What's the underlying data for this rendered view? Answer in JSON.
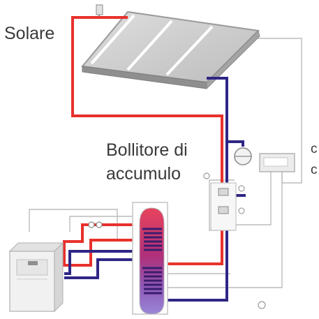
{
  "labels": {
    "solar": "Solare",
    "tank_line1": "Bollitore di",
    "tank_line2": "accumulo",
    "edge_c1": "c",
    "edge_c2": "c"
  },
  "colors": {
    "hot_pipe": "#e8312c",
    "cold_pipe": "#2e2685",
    "panel": "#c9c9c9",
    "thin_line": "#bcbcbc"
  }
}
